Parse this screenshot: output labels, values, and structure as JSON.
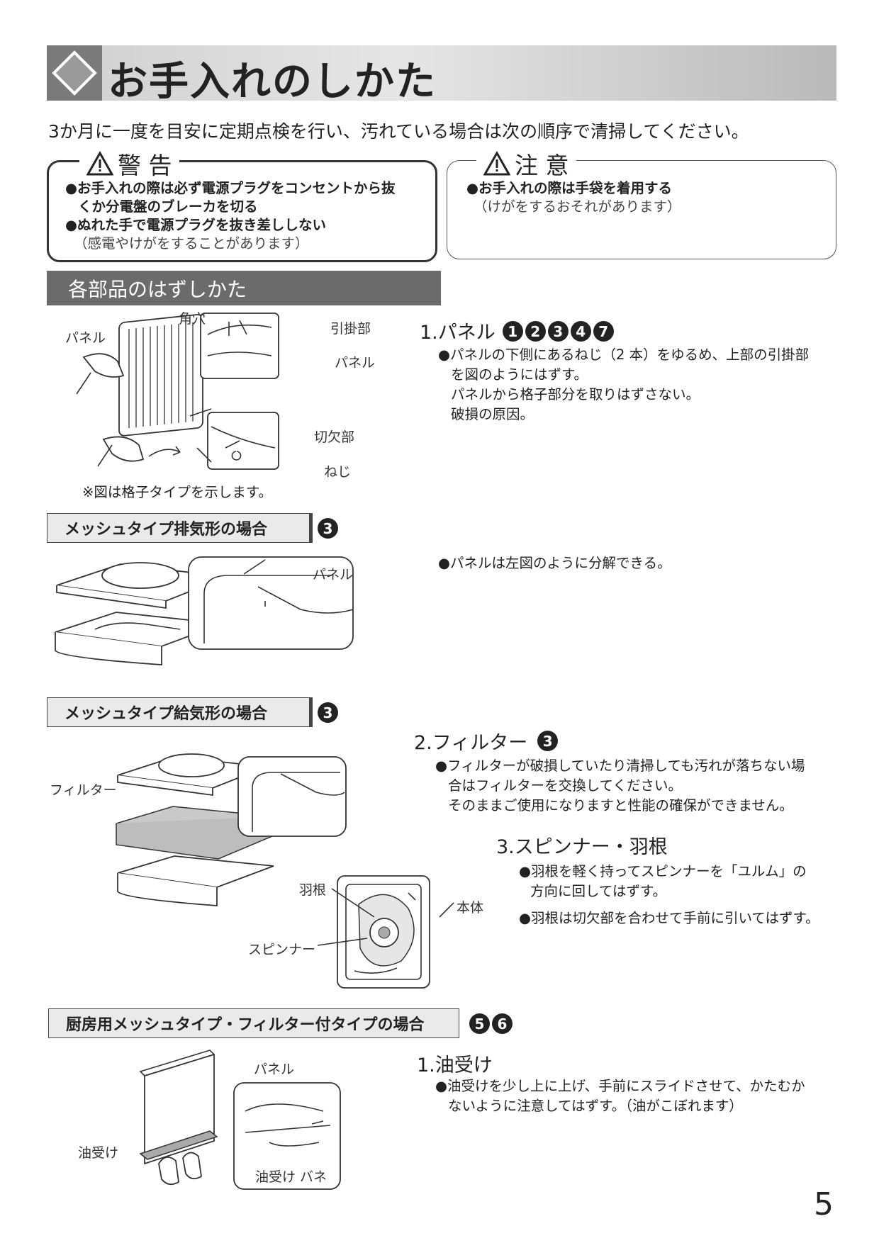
{
  "title": "お手入れのしかた",
  "intro": "3か月に一度を目安に定期点検を行い、汚れている場合は次の順序で清掃してください。",
  "warning": {
    "heading": "警 告",
    "line1": "●お手入れの際は必ず電源プラグをコンセントから抜",
    "line2": "くか分電盤のブレーカを切る",
    "line3": "●ぬれた手で電源プラグを抜き差ししない",
    "note": "（感電やけがをすることがあります）"
  },
  "caution": {
    "heading": "注 意",
    "line1": "●お手入れの際は手袋を着用する",
    "note": "（けがをするおそれがあります）"
  },
  "section_header": "各部品のはずしかた",
  "fig1": {
    "label_kakuana": "角穴",
    "label_panel_left": "パネル",
    "label_hikakebu": "引掛部",
    "label_panel_right": "パネル",
    "label_kirikakibu": "切欠部",
    "label_neji": "ねじ",
    "note": "※図は格子タイプを示します。"
  },
  "step1": {
    "heading": "1.パネル",
    "badges": [
      "1",
      "2",
      "3",
      "4",
      "7"
    ],
    "line1": "●パネルの下側にあるねじ（2 本）をゆるめ、上部の引掛部",
    "line2": "を図のようにはずす。",
    "line3": "パネルから格子部分を取りはずさない。",
    "line4": "破損の原因。"
  },
  "mesh_exhaust": {
    "heading": "メッシュタイプ排気形の場合",
    "badge": "3",
    "label_panel": "パネル",
    "text": "●パネルは左図のように分解できる。"
  },
  "mesh_supply": {
    "heading": "メッシュタイプ給気形の場合",
    "badge": "3",
    "label_filter": "フィルター"
  },
  "step2": {
    "heading": "2.フィルター",
    "badge": "3",
    "line1": "●フィルターが破損していたり清掃しても汚れが落ちない場",
    "line2": "合はフィルターを交換してください。",
    "line3": "そのままご使用になりますと性能の確保ができません。"
  },
  "step3": {
    "heading": "3.スピンナー・羽根",
    "line1": "●羽根を軽く持ってスピンナーを「ユルム」の",
    "line2": "方向に回してはずす。",
    "line3": "●羽根は切欠部を合わせて手前に引いてはずす。",
    "label_hane": "羽根",
    "label_hontai": "本体",
    "label_spinner": "スピンナー"
  },
  "kitchen": {
    "heading": "厨房用メッシュタイプ・フィルター付タイプの場合",
    "badges": [
      "5",
      "6"
    ],
    "label_panel": "パネル",
    "label_abura_left": "油受け",
    "label_abura_bane": "油受け バネ"
  },
  "oil": {
    "heading": "1.油受け",
    "line1": "●油受けを少し上に上げ、手前にスライドさせて、かたむか",
    "line2": "ないように注意してはずす。（油がこぼれます）"
  },
  "page_number": "5"
}
